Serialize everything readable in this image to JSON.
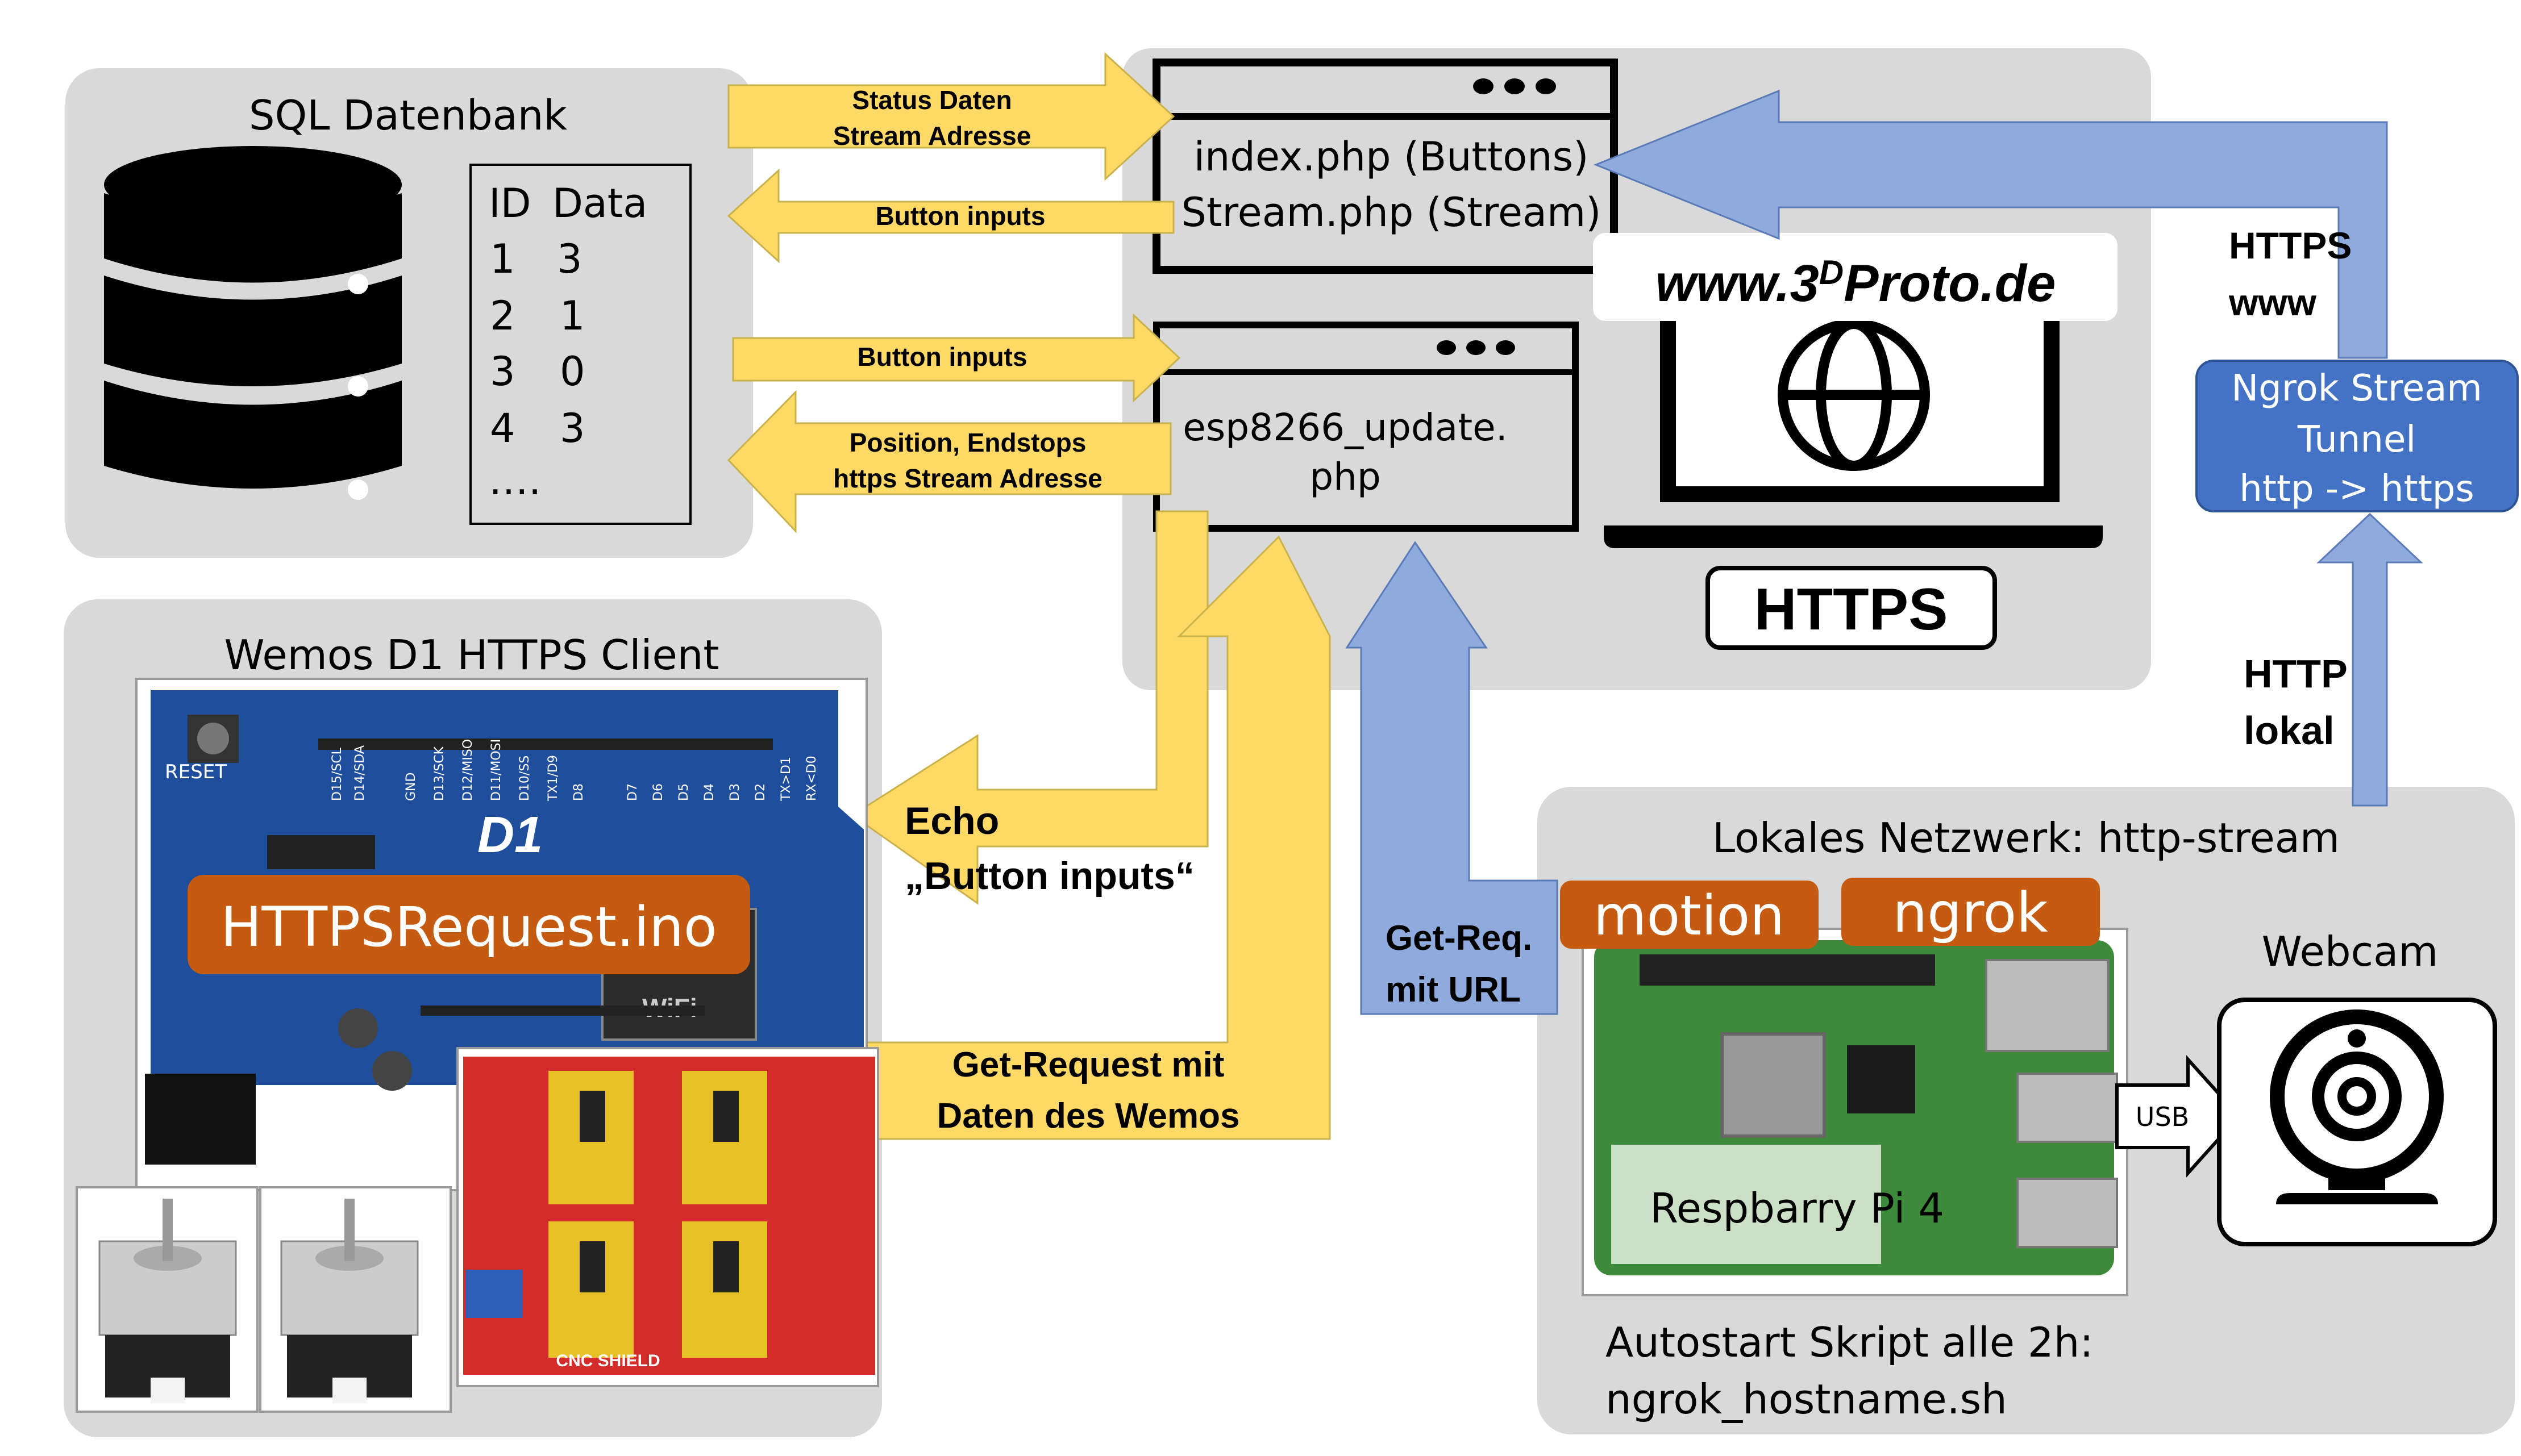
{
  "panels": {
    "sql": {
      "title": "SQL Datenbank"
    },
    "wemos": {
      "title": "Wemos D1 HTTPS Client"
    },
    "local": {
      "title": "Lokales Netzwerk: http-stream",
      "autostart_line1": "Autostart Skript alle 2h:",
      "autostart_line2": "ngrok_hostname.sh"
    }
  },
  "sql_table": {
    "headers": [
      "ID",
      "Data"
    ],
    "rows": [
      [
        "1",
        "3"
      ],
      [
        "2",
        "1"
      ],
      [
        "3",
        "0"
      ],
      [
        "4",
        "3"
      ]
    ],
    "ellipsis": "…."
  },
  "server": {
    "window1_line1": "index.php (Buttons)",
    "window1_line2": "Stream.php (Stream)",
    "window2_line1": "esp8266_update.",
    "window2_line2": "php",
    "domain": "www.3DProto.de",
    "domain_prefix": "www.3",
    "domain_sup": "D",
    "domain_suffix": "Proto.de",
    "https_badge": "HTTPS"
  },
  "arrows": {
    "status_daten_1": "Status Daten",
    "status_daten_2": "Stream Adresse",
    "button_inputs_top": "Button inputs",
    "button_inputs_mid": "Button inputs",
    "position_1": "Position, Endstops",
    "position_2": "https Stream Adresse",
    "echo_1": "Echo",
    "echo_2": "„Button inputs“",
    "get_request_1": "Get-Request mit",
    "get_request_2": "Daten des Wemos",
    "get_req_url_1": "Get-Req.",
    "get_req_url_2": "mit URL",
    "https_www_1": "HTTPS",
    "https_www_2": "www",
    "http_lokal_1": "HTTP",
    "http_lokal_2": "lokal",
    "usb": "USB"
  },
  "ngrok_tunnel": {
    "line1": "Ngrok Stream",
    "line2": "Tunnel",
    "line3": "http -> https"
  },
  "board": {
    "sketch_label": "HTTPSRequest.ino",
    "d1_label": "D1",
    "reset_label": "RESET",
    "wifi_label": "WiFi",
    "cnc_label": "CNC SHIELD",
    "pin_labels": [
      "D15/SCL",
      "D14/SDA",
      "GND",
      "D13/SCK",
      "D12/MISO",
      "D11/MOSI",
      "D10/SS",
      "TX1/D9",
      "D8",
      "D7",
      "D6",
      "D5",
      "D4",
      "D3",
      "D2",
      "TX>D1",
      "RX<D0"
    ]
  },
  "pi": {
    "label": "Respbarry Pi 4",
    "tag_motion": "motion",
    "tag_ngrok": "ngrok",
    "webcam_label": "Webcam"
  },
  "colors": {
    "panel_gray": "#d9d9d9",
    "arrow_yellow": "#ffd966",
    "arrow_blue": "#8faadc",
    "tunnel_blue": "#4472c4",
    "orange_tag": "#c55a11",
    "board_blue": "#1f4e9c",
    "shield_red": "#d42b2b",
    "pi_green": "#3c8a3a"
  },
  "icons": [
    "database-icon",
    "globe-icon",
    "laptop-icon",
    "webcam-icon",
    "stepper-motor-icon",
    "browser-window-icon"
  ]
}
